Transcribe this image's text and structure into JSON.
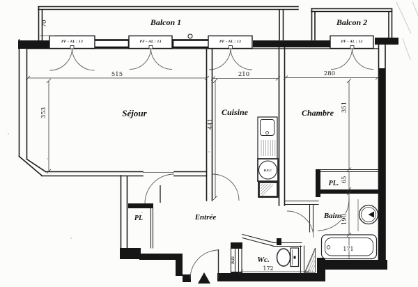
{
  "plan": {
    "rooms": {
      "balcon1": "Balcon 1",
      "balcon2": "Balcon 2",
      "sejour": "Séjour",
      "cuisine": "Cuisine",
      "chambre": "Chambre",
      "entree": "Entrée",
      "bains": "Bains",
      "wc": "Wc.",
      "pl_entree": "PL",
      "pl_chambre": "PL.",
      "pl_el": "Pl.El.",
      "bec": "B.E.C"
    },
    "window_label": "PF - AL : 13",
    "dimensions": {
      "balcony_depth": "70",
      "sejour_width": "515",
      "sejour_depth": "353",
      "cuisine_width": "210",
      "cuisine_depth": "441",
      "chambre_width": "280",
      "chambre_depth": "351",
      "pl_depth": "65",
      "bains_depth": "190",
      "bath_length": "171",
      "wc_width": "172"
    },
    "colors": {
      "ink": "#1c1c1c",
      "paper": "#fcfcfb"
    }
  }
}
